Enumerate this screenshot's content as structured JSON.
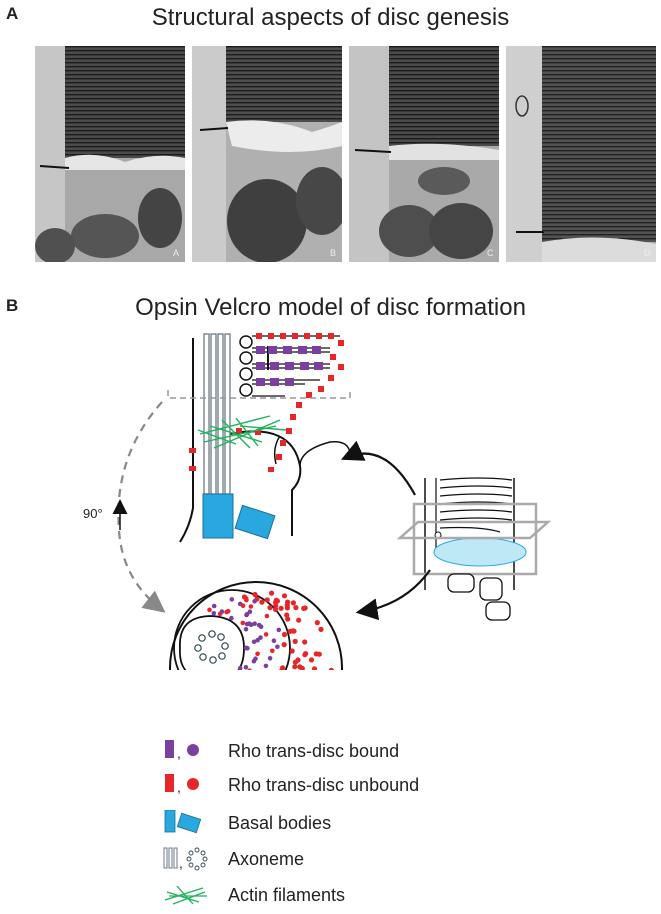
{
  "panel_a": {
    "letter": "A",
    "title": "Structural aspects of disc genesis",
    "micrographs": [
      {
        "corner_label": "A"
      },
      {
        "corner_label": "B"
      },
      {
        "corner_label": "C"
      },
      {
        "corner_label": "D"
      }
    ]
  },
  "panel_b": {
    "letter": "B",
    "title": "Opsin Velcro model of disc formation",
    "rotation_label": "90°",
    "legend": [
      {
        "key": "rho_bound",
        "label": "Rho trans-disc bound",
        "color": "#7b3fa0"
      },
      {
        "key": "rho_unbound",
        "label": "Rho trans-disc unbound",
        "color": "#e8262a"
      },
      {
        "key": "basal_bodies",
        "label": "Basal bodies",
        "color": "#29a8e0"
      },
      {
        "key": "axoneme",
        "label": "Axoneme",
        "color": "#6b7b87"
      },
      {
        "key": "actin",
        "label": "Actin filaments",
        "color": "#1fb25a"
      }
    ]
  }
}
